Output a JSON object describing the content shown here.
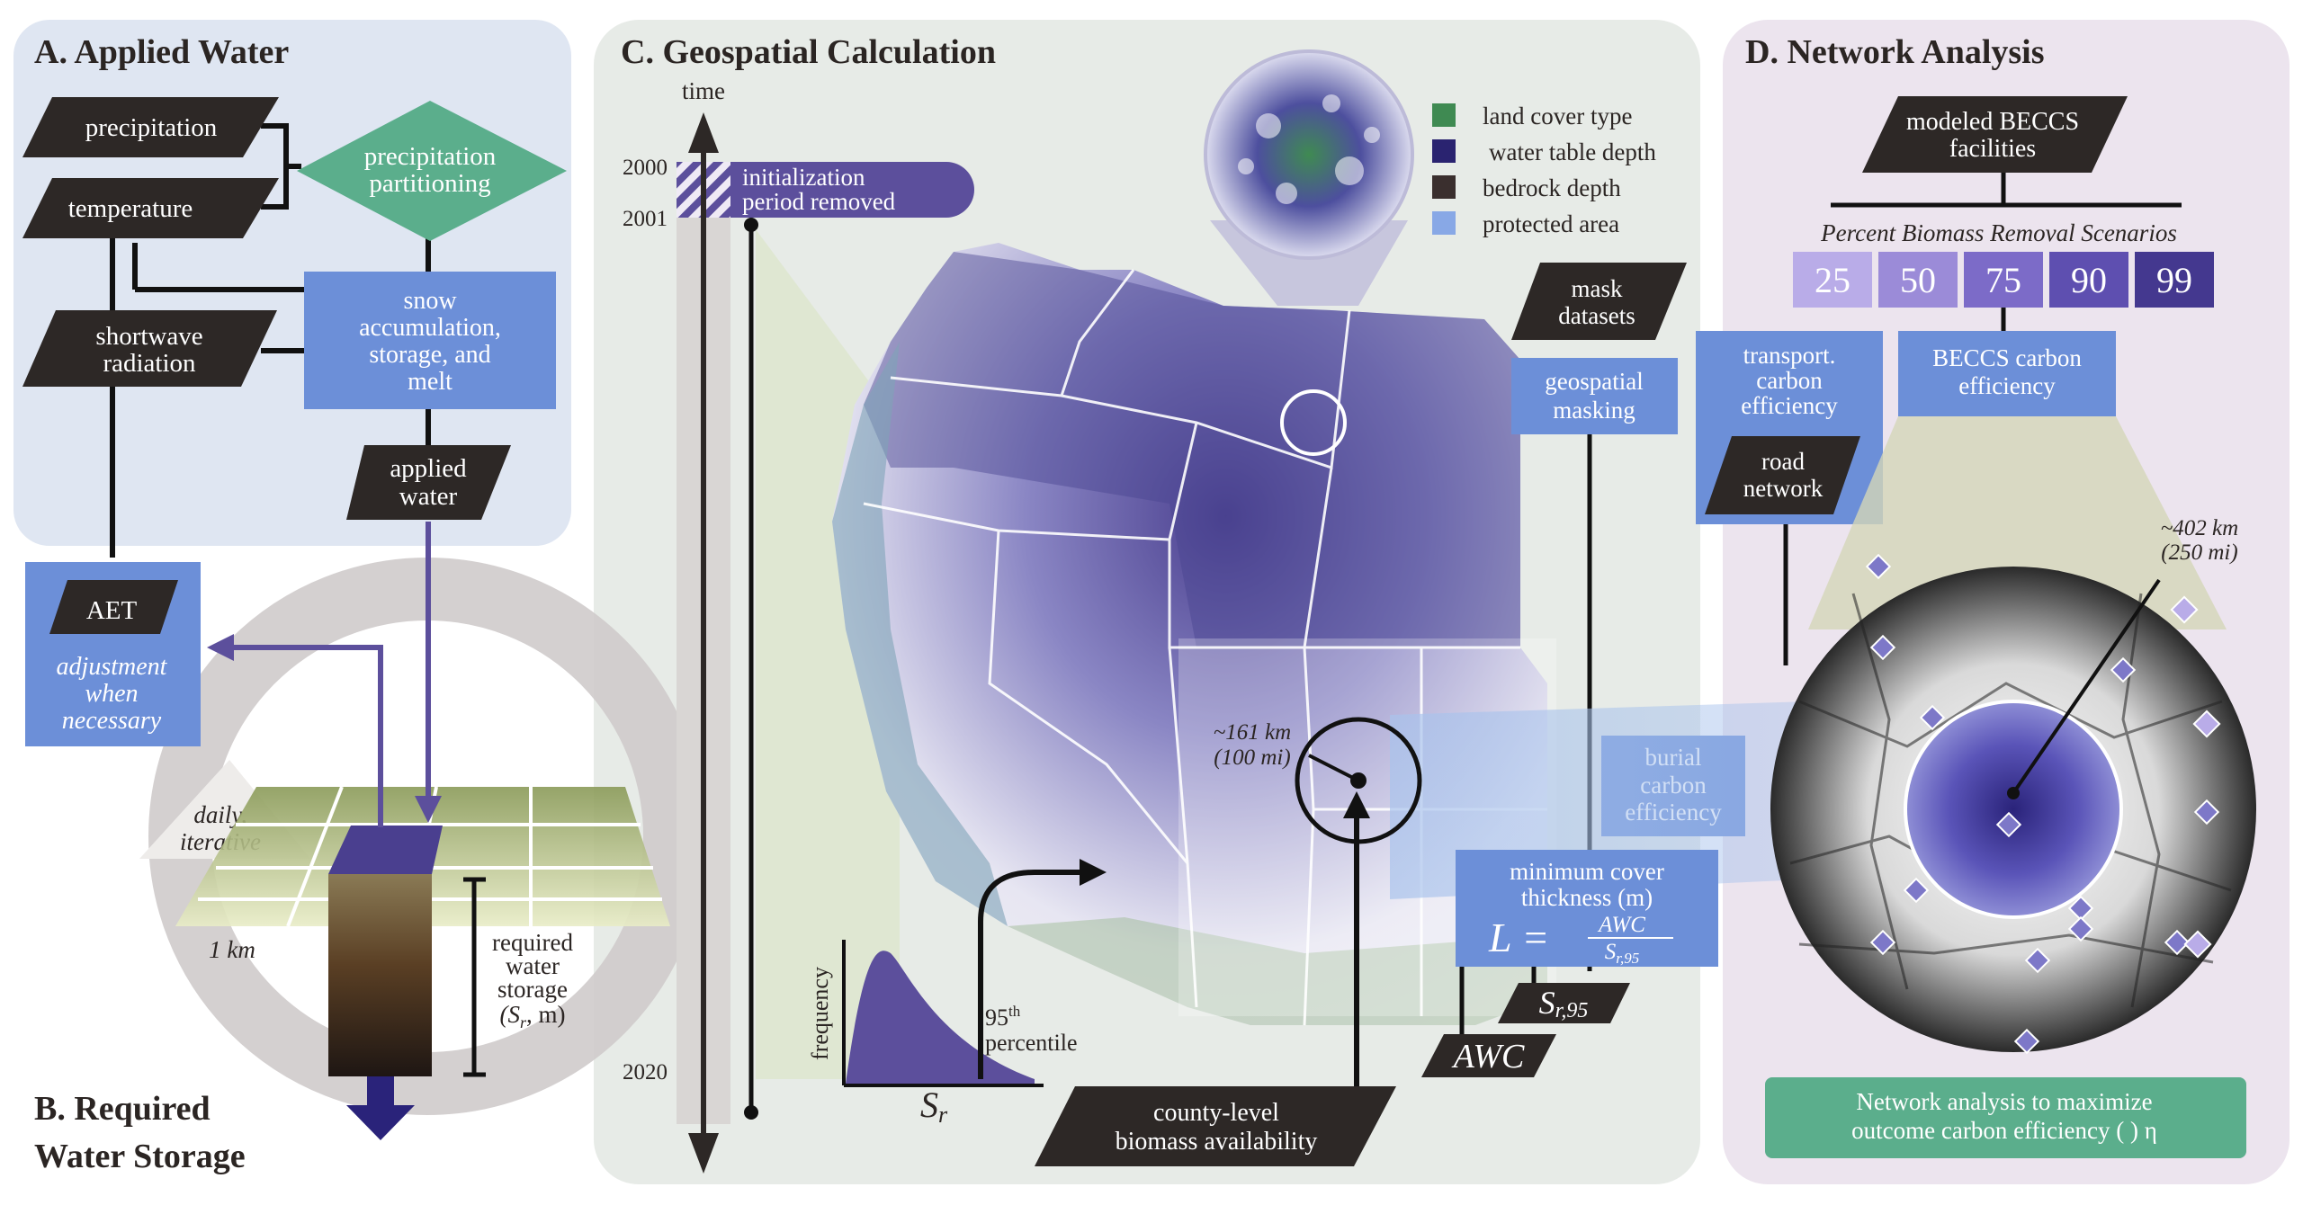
{
  "colors": {
    "panel_a_bg": "#dfe6f2",
    "panel_c_bg": "#e7ebe7",
    "panel_d_bg": "#ece4ee",
    "dark_box": "#2d2826",
    "blue_box": "#6c8fd8",
    "green_box": "#5bae8c",
    "purple_arrow": "#5c4f9c",
    "land_cover": "#3f8a52",
    "water_table": "#2a2370",
    "bedrock": "#3a2f2e",
    "protected": "#88a8e6",
    "scenario_colors": [
      "#b9ace8",
      "#9b8bd8",
      "#7c6bc8",
      "#5e4fb0",
      "#44388f"
    ]
  },
  "panel_a": {
    "title": "A. Applied Water",
    "precipitation": "precipitation",
    "temperature": "temperature",
    "shortwave_1": "shortwave",
    "shortwave_2": "radiation",
    "partitioning_1": "precipitation",
    "partitioning_2": "partitioning",
    "snow_1": "snow",
    "snow_2": "accumulation,",
    "snow_3": "storage, and",
    "snow_4": "melt",
    "applied_1": "applied",
    "applied_2": "water",
    "aet": "AET",
    "adjust_1": "adjustment",
    "adjust_2": "when",
    "adjust_3": "necessary"
  },
  "panel_b": {
    "title_1": "B. Required",
    "title_2": "Water Storage",
    "daily_1": "daily,",
    "daily_2": "iterative",
    "grid_size": "1 km",
    "req_1": "required",
    "req_2": "water",
    "req_3": "storage",
    "req_4": "(S",
    "req_sub": "r",
    "req_5": ", m)"
  },
  "panel_c": {
    "title": "C. Geospatial Calculation",
    "time": "time",
    "y2000": "2000",
    "y2001": "2001",
    "y2020": "2020",
    "init_1": "initialization",
    "init_2": "period removed",
    "legend": [
      "land cover type",
      "water table depth",
      "bedrock depth",
      "protected area"
    ],
    "mask_1": "mask",
    "mask_2": "datasets",
    "geomask_1": "geospatial",
    "geomask_2": "masking",
    "burial_1": "burial",
    "burial_2": "carbon",
    "burial_3": "efficiency",
    "mincover_1": "minimum cover",
    "mincover_2": "thickness (m)",
    "formula_lhs": "L =",
    "formula_num": "AWC",
    "formula_den": "S",
    "formula_den_sub": "r,95",
    "sr95": "S",
    "sr95_sub": "r,95",
    "awc": "AWC",
    "radius_1": "~161 km",
    "radius_2": "(100 mi)",
    "freq": "frequency",
    "sr_axis": "S",
    "sr_axis_sub": "r",
    "pct_1": "95",
    "pct_sup": "th",
    "pct_2": "percentile",
    "county_1": "county-level",
    "county_2": "biomass availability"
  },
  "panel_d": {
    "title": "D. Network Analysis",
    "modeled_1": "modeled BECCS",
    "modeled_2": "facilities",
    "scenarios_title": "Percent Biomass Removal Scenarios",
    "scenarios": [
      "25",
      "50",
      "75",
      "90",
      "99"
    ],
    "transport_1": "transport.",
    "transport_2": "carbon",
    "transport_3": "efficiency",
    "road_1": "road",
    "road_2": "network",
    "beccs_1": "BECCS carbon",
    "beccs_2": "efficiency",
    "radius_1": "~402 km",
    "radius_2": "(250 mi)",
    "network_1": "Network analysis to maximize",
    "network_2": "outcome carbon efficiency (  ) η"
  }
}
